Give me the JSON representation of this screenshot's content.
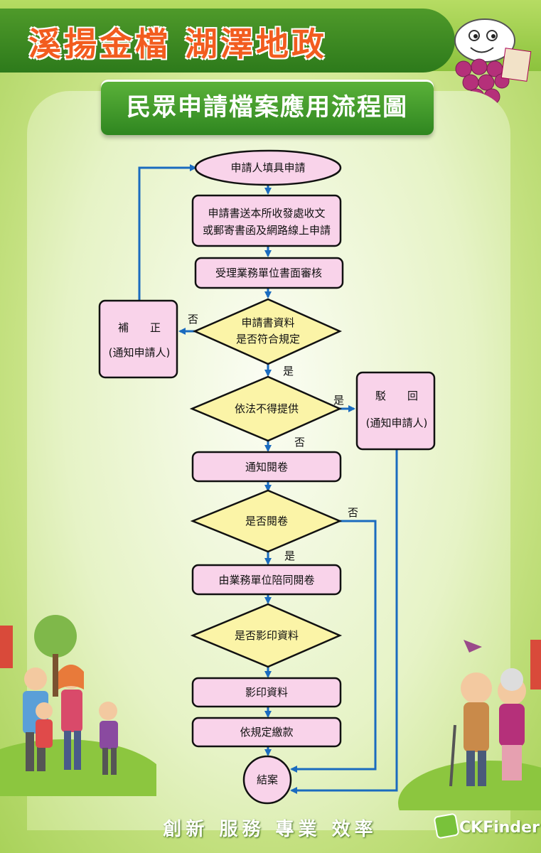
{
  "header": {
    "headline": "溪揚金檔 湖澤地政",
    "title": "民眾申請檔案應用流程圖"
  },
  "flowchart": {
    "nodes": {
      "start": "申請人填具申請",
      "submit_line1": "申請書送本所收發處收文",
      "submit_line2": "或郵寄書函及網路線上申請",
      "review": "受理業務單位書面審核",
      "check_data_line1": "申請書資料",
      "check_data_line2": "是否符合規定",
      "correction_line1": "補　　正",
      "correction_line2": "(通知申請人)",
      "law_check": "依法不得提供",
      "reject_line1": "駁　　回",
      "reject_line2": "(通知申請人)",
      "notify_view": "通知閱卷",
      "view_check": "是否閱卷",
      "accompany_view": "由業務單位陪同閱卷",
      "copy_check": "是否影印資料",
      "copy_data": "影印資料",
      "pay_fee": "依規定繳款",
      "end": "結案"
    },
    "edge_labels": {
      "check_data_no": "否",
      "check_data_yes": "是",
      "law_yes": "是",
      "law_no": "否",
      "view_no": "否",
      "view_yes": "是"
    },
    "colors": {
      "box_fill": "#f9d3ea",
      "diamond_fill": "#fbf4a7",
      "arrow": "#1a6bbf",
      "border": "#111111"
    }
  },
  "footer": {
    "slogan": "創新 服務 專業 效率",
    "logo_text": "CKFinder"
  }
}
